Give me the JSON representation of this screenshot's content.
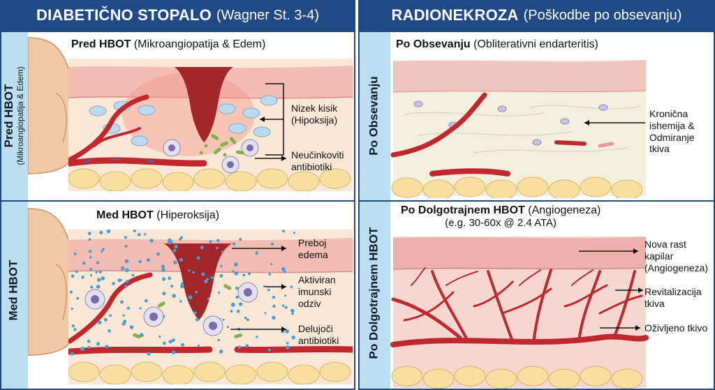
{
  "left": {
    "title_bold": "DIABETIČNO STOPALO",
    "title_normal": "(Wagner St. 3-4)",
    "top_panel": {
      "side_main": "Pred HBOT",
      "side_sub": "(Mikroangiopatija & Edem)",
      "title_bold": "Pred HBOT",
      "title_normal": "(Mikroangiopatija & Edem)",
      "labels": {
        "hypoxia": "Nizek kisik (Hipoksija)",
        "antibiotics": "Neučinkoviti antibiotiki"
      }
    },
    "bottom_panel": {
      "side_main": "Med HBOT",
      "title_bold": "Med HBOT",
      "title_normal": "(Hiperoksija)",
      "labels": {
        "edema": "Preboj edema",
        "immune": "Aktiviran imunski odziv",
        "antibiotics": "Delujoči antibiotiki"
      }
    }
  },
  "right": {
    "title_bold": "RADIONEKROZA",
    "title_normal": "(Poškodbe po obsevanju)",
    "top_panel": {
      "side_main": "Po Obsevanju",
      "title_bold": "Po Obsevanju",
      "title_normal": "(Obliterativni endarteritis)",
      "labels": {
        "ischemia": "Kronična ishemija & Odmiranje tkiva"
      }
    },
    "bottom_panel": {
      "side_main": "Po Dolgotrajnem HBOT",
      "title_bold": "Po Dolgotrajnem HBOT",
      "title_normal": "(Angiogeneza)",
      "subtitle": "(e.g. 30-60x @ 2.4 ATA)",
      "labels": {
        "angiogenesis": "Nova rast kapilar (Angiogeneza)",
        "revitalization": "Revitalizacija tkiva",
        "revived": "Oživljeno tkivo"
      }
    }
  },
  "colors": {
    "header": "#1f4a86",
    "sidebar": "#b9dff0",
    "vessel": "#c0282d",
    "wound": "#a32628",
    "skin": "#f3c2bb",
    "fat": "#f6dfa0",
    "oxygen": "#4a9fd8",
    "bacteria": "#7fb24a"
  }
}
